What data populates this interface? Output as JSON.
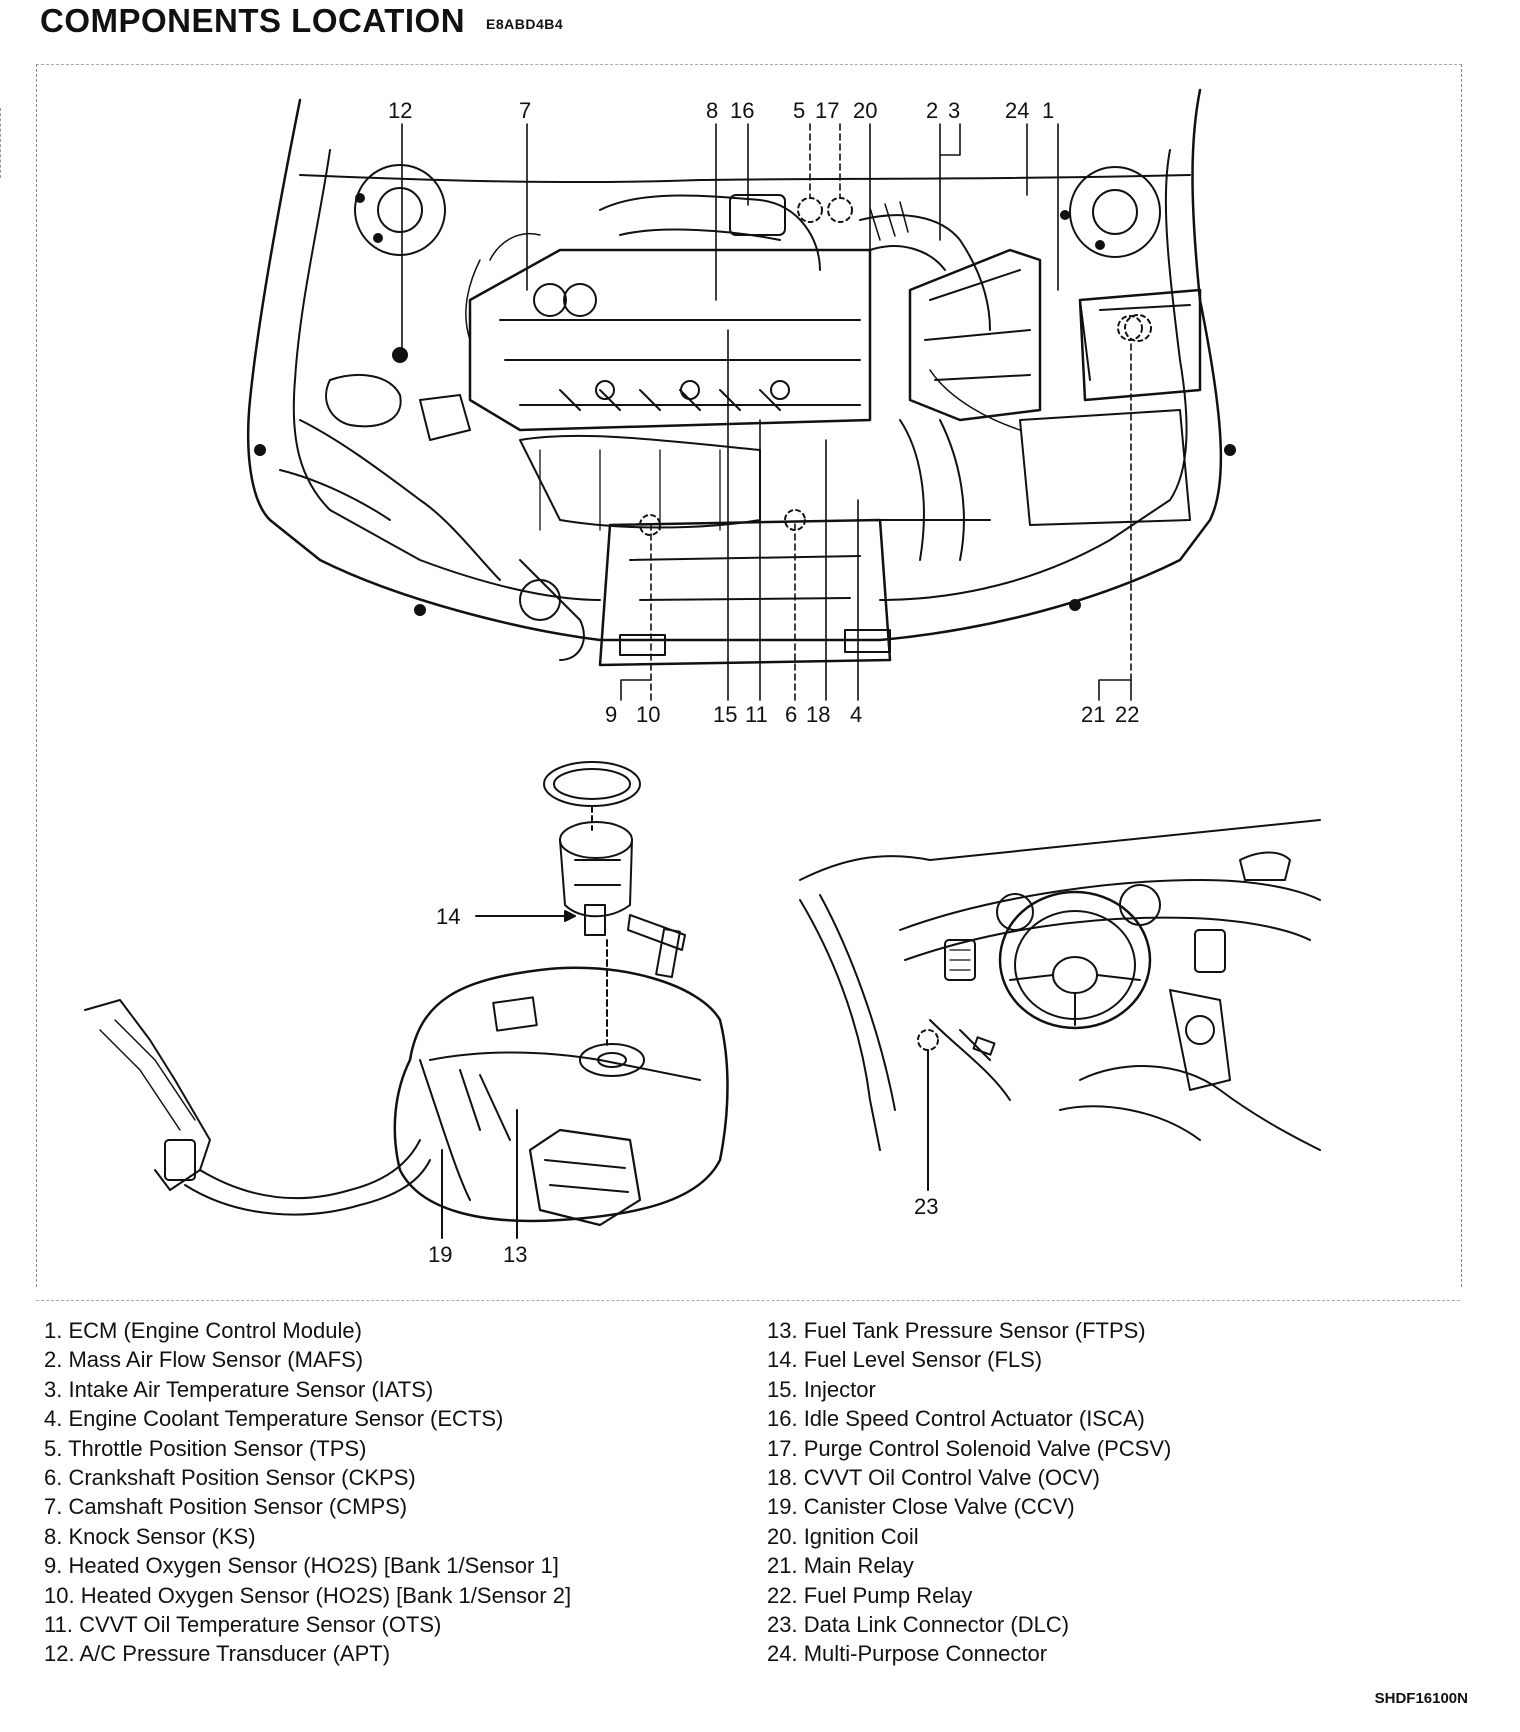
{
  "header": {
    "title": "COMPONENTS LOCATION",
    "code": "E8ABD4B4"
  },
  "callouts": {
    "engine_top": [
      "12",
      "7",
      "8",
      "16",
      "5",
      "17",
      "20",
      "2",
      "3",
      "24",
      "1"
    ],
    "engine_bottom": [
      "9",
      "10",
      "15",
      "11",
      "6",
      "18",
      "4",
      "21",
      "22"
    ],
    "fuel": [
      "14",
      "19",
      "13"
    ],
    "dash": [
      "23"
    ]
  },
  "legend": {
    "left": [
      "1. ECM (Engine Control Module)",
      "2. Mass Air Flow Sensor (MAFS)",
      "3. Intake Air Temperature Sensor (IATS)",
      "4. Engine Coolant Temperature Sensor (ECTS)",
      "5. Throttle Position Sensor (TPS)",
      "6. Crankshaft Position Sensor (CKPS)",
      "7. Camshaft Position Sensor (CMPS)",
      "8. Knock Sensor (KS)",
      "9. Heated Oxygen Sensor (HO2S) [Bank 1/Sensor 1]",
      "10. Heated Oxygen Sensor (HO2S) [Bank 1/Sensor 2]",
      "11. CVVT Oil Temperature Sensor (OTS)",
      "12. A/C Pressure Transducer (APT)"
    ],
    "right": [
      "13. Fuel Tank Pressure Sensor (FTPS)",
      "14. Fuel Level Sensor (FLS)",
      "15. Injector",
      "16. Idle Speed Control Actuator (ISCA)",
      "17. Purge Control Solenoid Valve (PCSV)",
      "18. CVVT Oil Control Valve (OCV)",
      "19. Canister Close Valve (CCV)",
      "20. Ignition Coil",
      "21. Main Relay",
      "22. Fuel Pump Relay",
      "23. Data Link Connector (DLC)",
      "24. Multi-Purpose Connector"
    ]
  },
  "footer": {
    "figure_id": "SHDF16100N"
  }
}
